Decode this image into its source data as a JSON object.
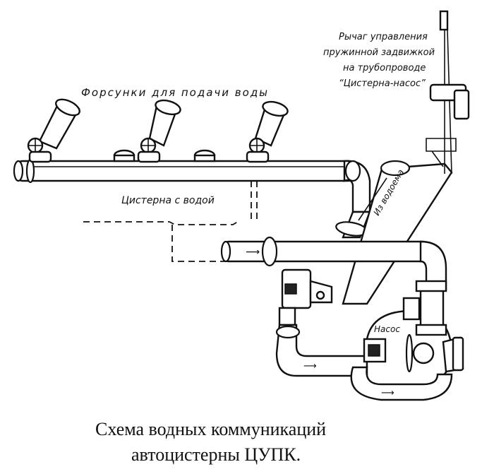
{
  "labels": {
    "nozzles": "Форсунки для подачи воды",
    "tank": "Цистерна с водой",
    "lever_line1": "Рычаг управления",
    "lever_line2": "пружинной задвижкой",
    "lever_line3": "на трубопроводе",
    "lever_line4": "“Цистерна-насос”",
    "from_reservoir": "Из водоема",
    "pump": "Насос"
  },
  "caption": {
    "line1": "Схема водных коммуникаций",
    "line2": "автоцистерны ЦУПК."
  }
}
